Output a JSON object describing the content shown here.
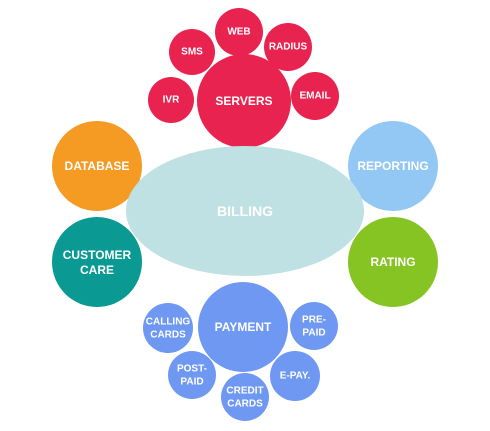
{
  "colors": {
    "servers_group": "#e9234f",
    "payment_group": "#6e98f1",
    "billing": "#bfe1e4",
    "database": "#f59a23",
    "reporting": "#92c8f3",
    "customer_care": "#0b9993",
    "rating": "#86c423",
    "label": "#ffffff"
  },
  "diagram": {
    "center": {
      "label": "BILLING"
    },
    "servers": {
      "label": "SERVERS",
      "children": {
        "web": {
          "label": "WEB"
        },
        "sms": {
          "label": "SMS"
        },
        "radius": {
          "label": "RADIUS"
        },
        "ivr": {
          "label": "IVR"
        },
        "email": {
          "label": "EMAIL"
        }
      }
    },
    "database": {
      "label": "DATABASE"
    },
    "reporting": {
      "label": "REPORTING"
    },
    "customer_care": {
      "line1": "CUSTOMER",
      "line2": "CARE"
    },
    "rating": {
      "label": "RATING"
    },
    "payment": {
      "label": "PAYMENT",
      "children": {
        "calling_cards": {
          "line1": "CALLING",
          "line2": "CARDS"
        },
        "pre_paid": {
          "line1": "PRE-",
          "line2": "PAID"
        },
        "post_paid": {
          "line1": "POST-",
          "line2": "PAID"
        },
        "e_pay": {
          "label": "E-PAY."
        },
        "credit_cards": {
          "line1": "CREDIT",
          "line2": "CARDS"
        }
      }
    }
  }
}
